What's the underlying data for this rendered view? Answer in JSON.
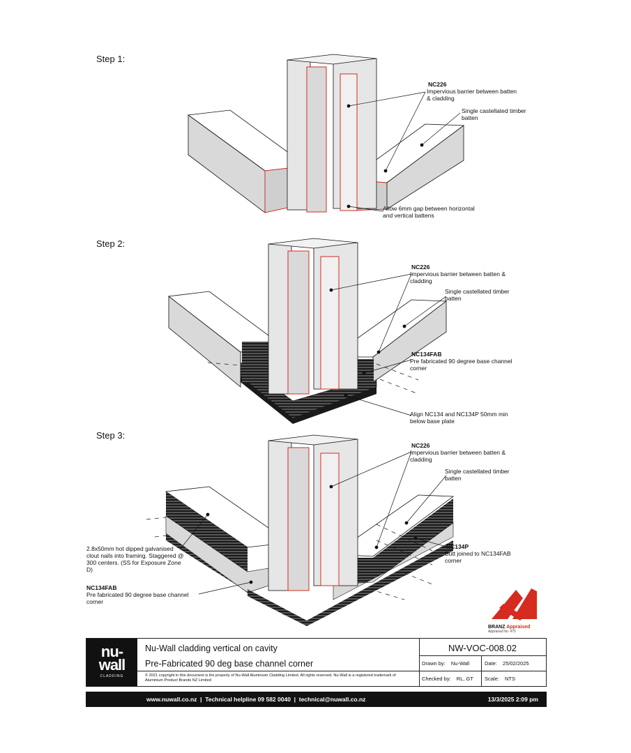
{
  "steps": [
    {
      "heading": "Step 1:",
      "labels": {
        "nc226_code": "NC226",
        "nc226_desc": "Impervious barrier between batten & cladding",
        "batten": "Single castellated timber batten",
        "gap": "Allow 6mm gap between horizontal and vertical battens"
      }
    },
    {
      "heading": "Step 2:",
      "labels": {
        "nc226_code": "NC226",
        "nc226_desc": "Impervious barrier between batten & cladding",
        "batten": "Single castellated timber batten",
        "fab_code": "NC134FAB",
        "fab_desc": "Pre fabricated 90 degree base channel corner",
        "align": "Align NC134 and NC134P 50mm min below base plate"
      }
    },
    {
      "heading": "Step 3:",
      "labels": {
        "nc226_code": "NC226",
        "nc226_desc": "Impervious barrier between batten & cladding",
        "batten": "Single castellated timber batten",
        "nails": "2.8x50mm hot dipped galvanised clout nails into framing. Staggered @ 300 centers. (SS for Exposure Zone D)",
        "fab_code": "NC134FAB",
        "fab_desc": "Pre fabricated 90 degree base channel corner",
        "p_code": "NC134P",
        "p_desc": "Butt joined to NC134FAB corner"
      }
    }
  ],
  "branz": {
    "brand": "BRANZ",
    "word": "Appraised",
    "sub": "Appraisal No. 475",
    "color": "#d62b1f"
  },
  "title_block": {
    "logo": "nu-\nwall",
    "logo_sub": "CLADDING",
    "title": "Nu-Wall cladding vertical on cavity",
    "subtitle": "Pre-Fabricated 90 deg base channel corner",
    "copyright": "© 2021 copyright in this document is the property of Nu-Wall Aluminium Cladding Limited. All rights reserved. Nu-Wall is a registered trademark of Aluminium Product Brands NZ Limited",
    "doc_no": "NW-VOC-008.02",
    "drawn_label": "Drawn by:",
    "drawn_value": "Nu-Wall",
    "date_label": "Date:",
    "date_value": "25/02/2025",
    "checked_label": "Checked by:",
    "checked_value": "RL, GT",
    "scale_label": "Scale:",
    "scale_value": "NTS"
  },
  "footer": {
    "contact": "www.nuwall.co.nz  |  Technical helpline 09 582 0040  |  technical@nuwall.co.nz",
    "stamp": "13/3/2025 2:09 pm"
  },
  "colors": {
    "outline": "#111111",
    "barrier": "#d62b1f",
    "batten_face": "#d9d9d9",
    "channel": "#2a2a2a"
  }
}
